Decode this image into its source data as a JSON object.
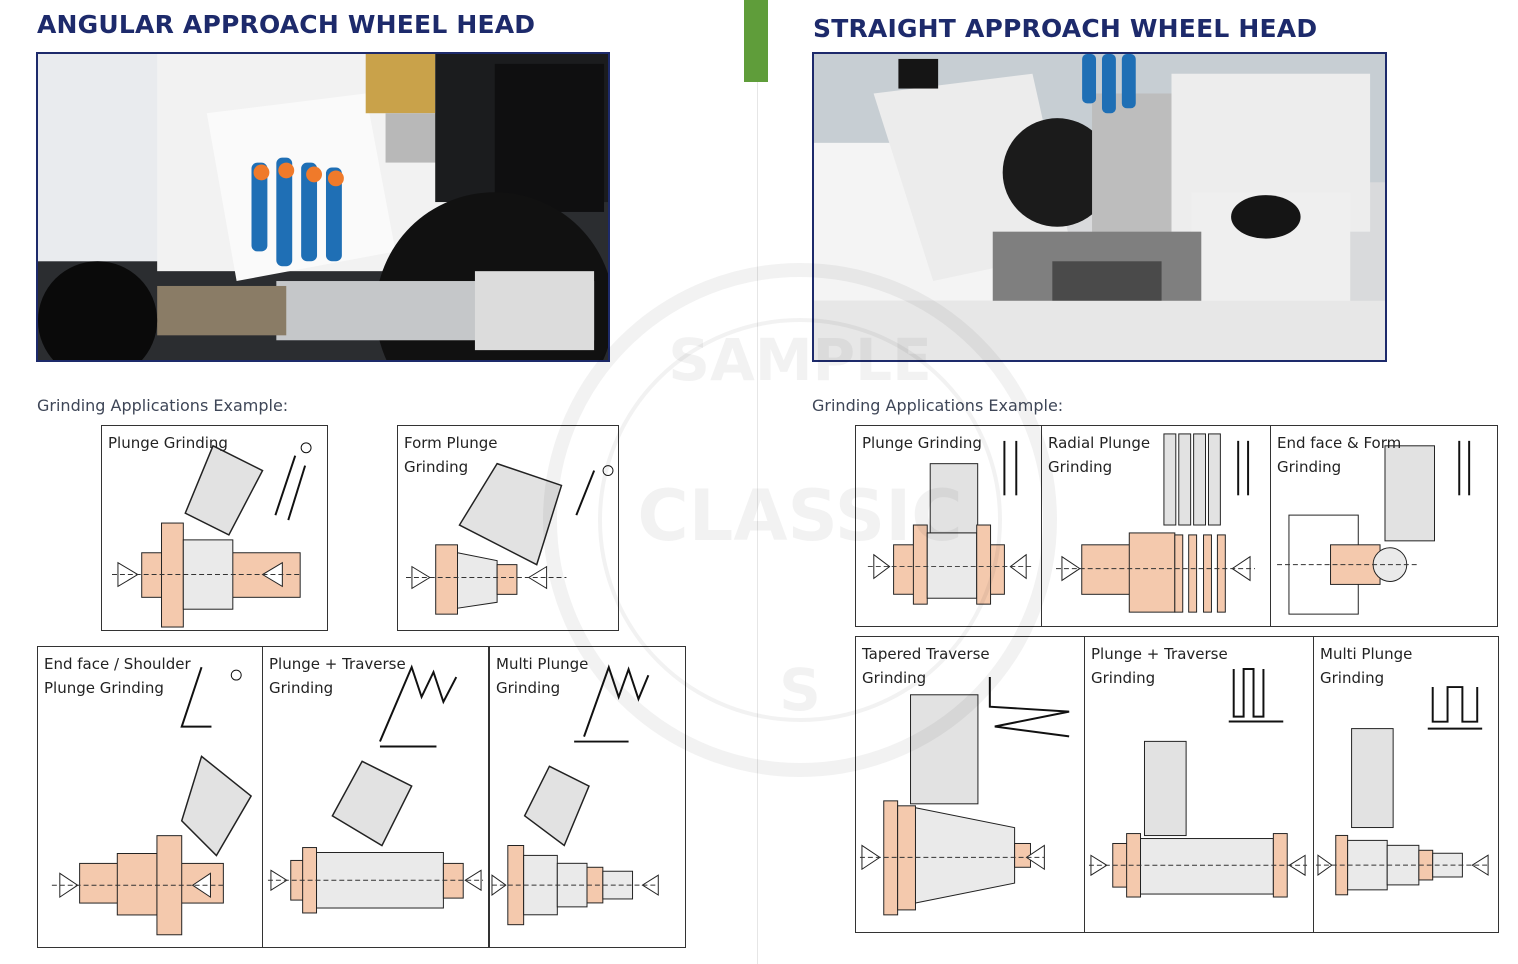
{
  "left": {
    "title": "ANGULAR APPROACH WHEEL HEAD",
    "section_label": "Grinding Applications Example:",
    "panels": [
      {
        "label": "Plunge Grinding"
      },
      {
        "label": "Form Plunge\nGrinding"
      },
      {
        "label": "End face / Shoulder\nPlunge Grinding"
      },
      {
        "label": "Plunge + Traverse\nGrinding"
      },
      {
        "label": "Multi Plunge\nGrinding"
      }
    ]
  },
  "right": {
    "title": "STRAIGHT APPROACH WHEEL HEAD",
    "section_label": "Grinding Applications Example:",
    "panels": [
      {
        "label": "Plunge Grinding"
      },
      {
        "label": "Radial  Plunge\nGrinding"
      },
      {
        "label": "End face & Form\nGrinding"
      },
      {
        "label": "Tapered Traverse\nGrinding"
      },
      {
        "label": "Plunge + Traverse\nGrinding"
      },
      {
        "label": "Multi Plunge\nGrinding"
      }
    ]
  },
  "watermark": {
    "text_top": "SAMPLE",
    "text_mid": "CLASSIC",
    "text_bottom": "S"
  },
  "colors": {
    "title": "#1d2a6b",
    "workpiece": "#f4c9ad",
    "wheel": "#e8e8e8",
    "accent_green": "#5f9d3a"
  }
}
